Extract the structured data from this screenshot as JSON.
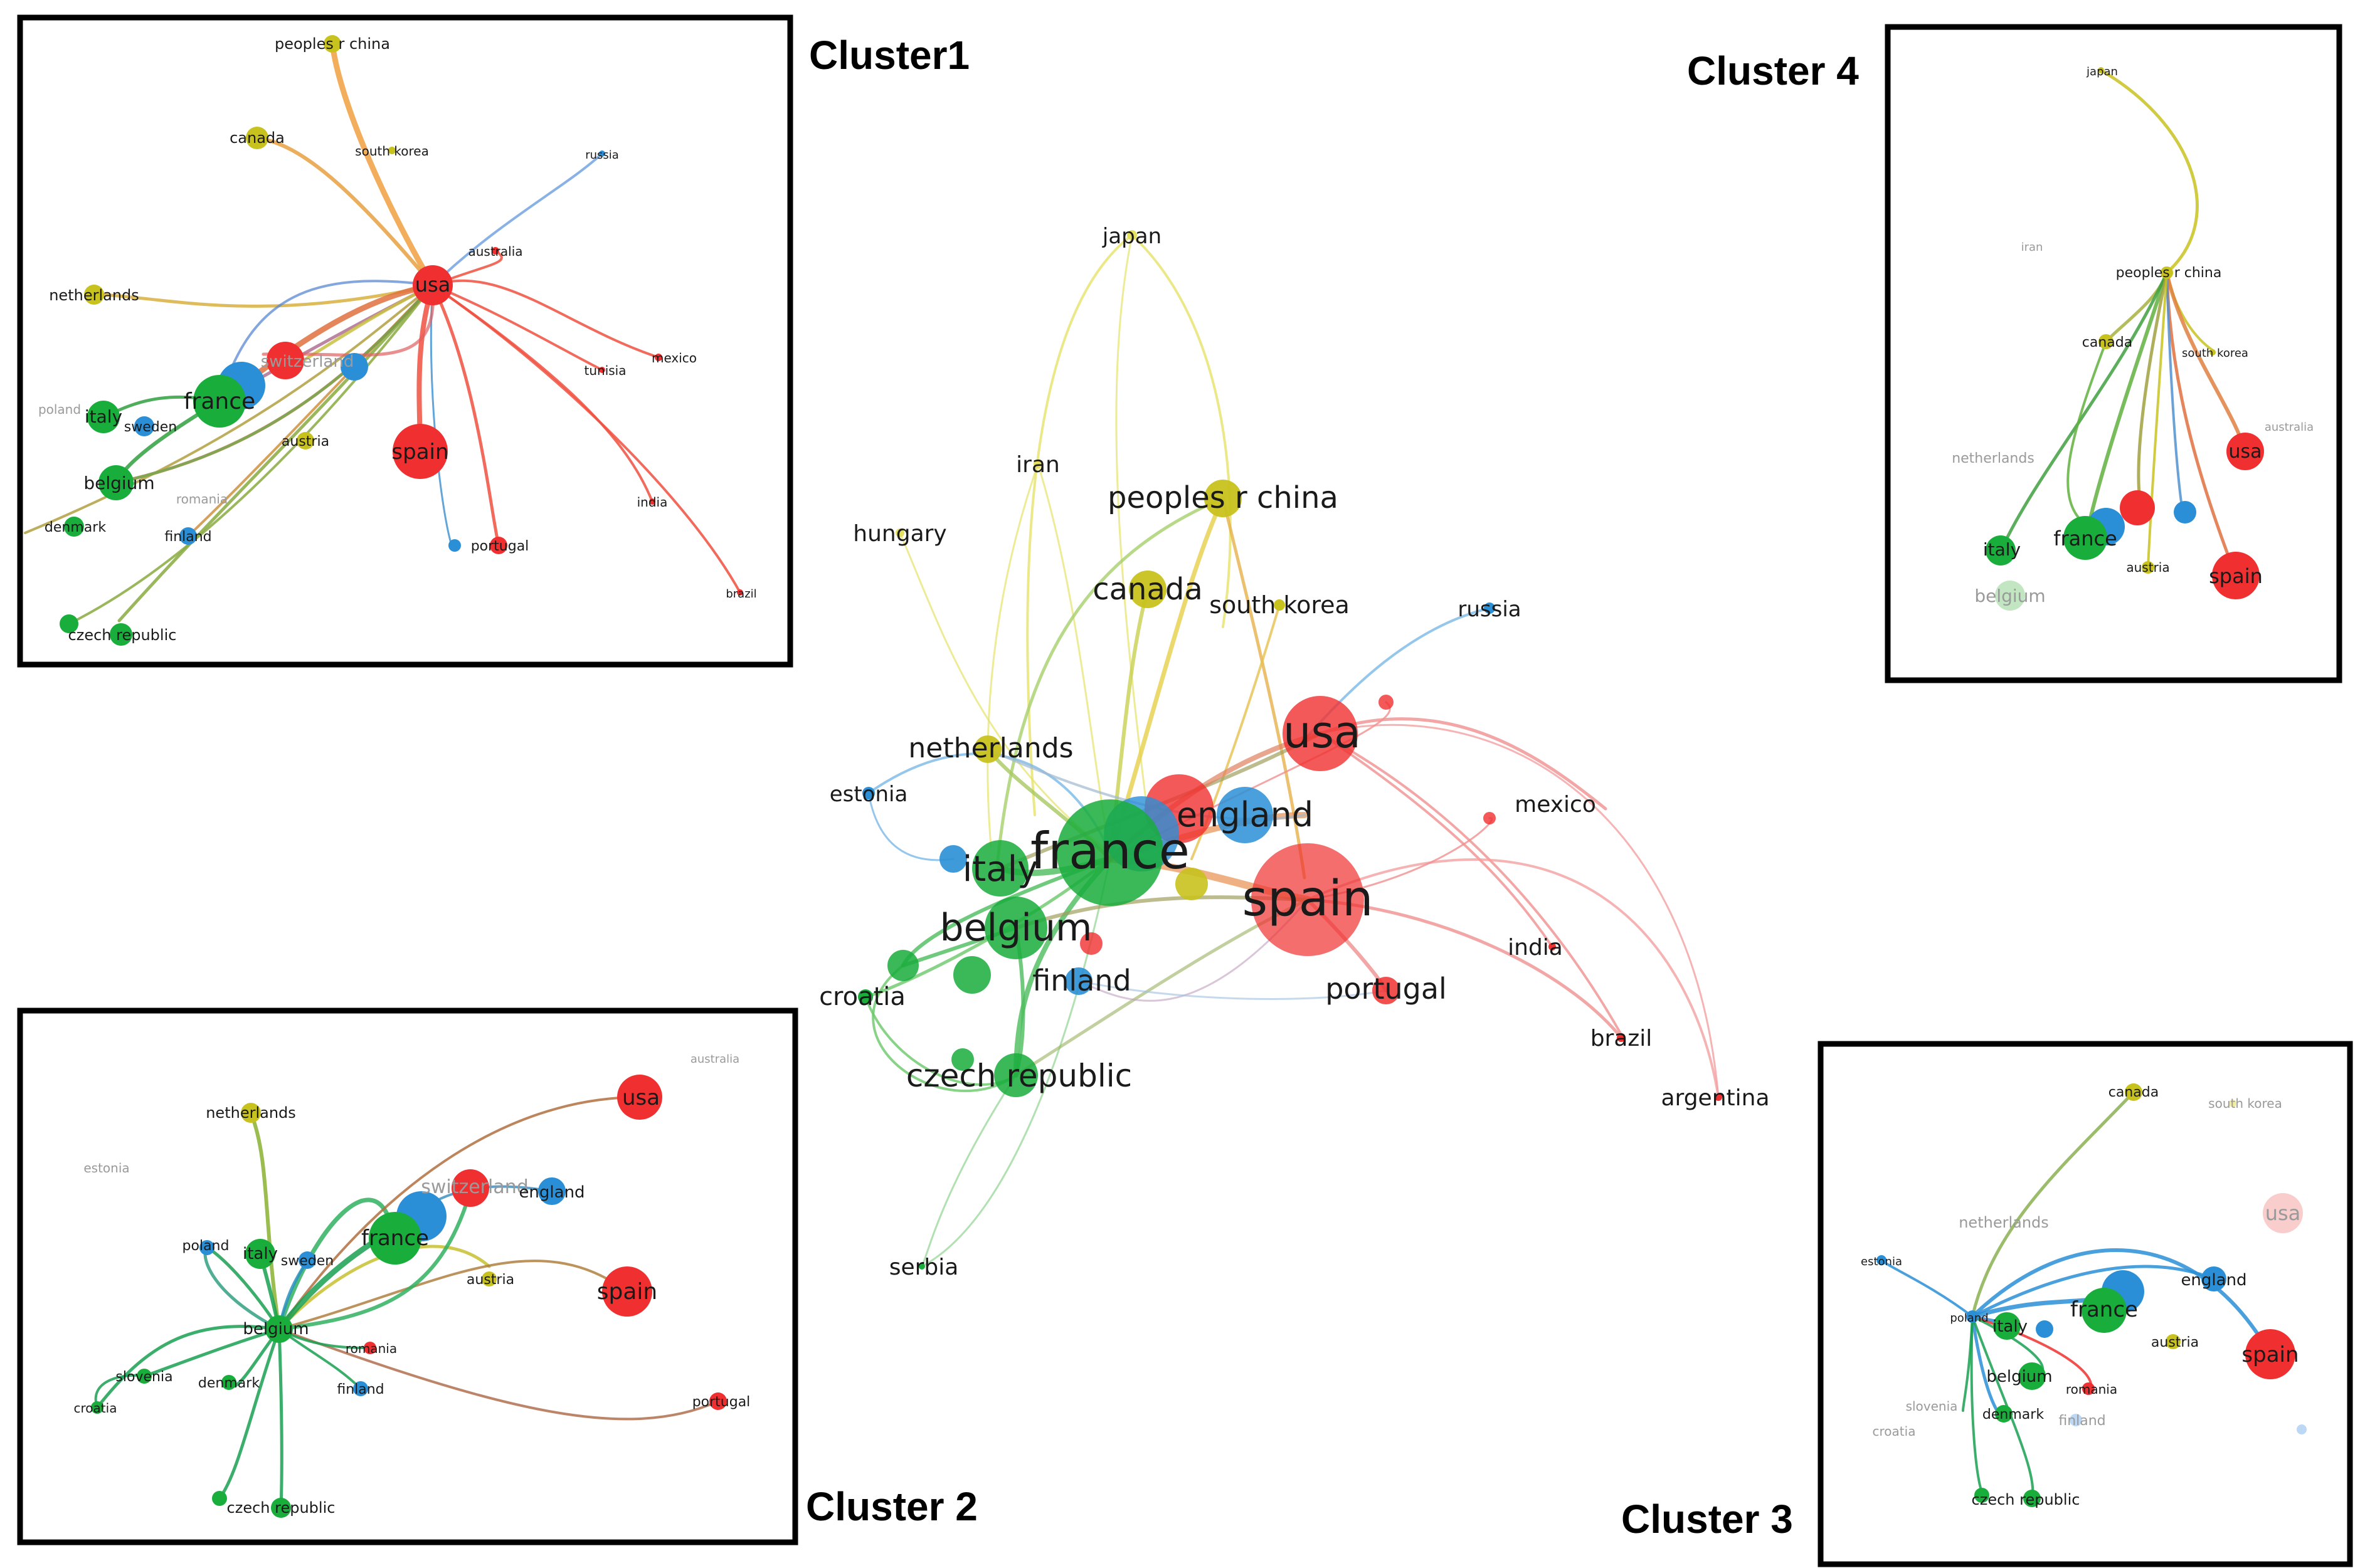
{
  "colors": {
    "cluster_red": "#f03030",
    "cluster_green": "#19ad3c",
    "cluster_blue": "#2a8fd6",
    "cluster_yellow": "#c8c21e"
  },
  "cluster_titles": {
    "c1": "Cluster1",
    "c2": "Cluster 2",
    "c3": "Cluster 3",
    "c4": "Cluster 4"
  },
  "main": {
    "nodes": {
      "japan": "japan",
      "iran": "iran",
      "hungary": "hungary",
      "peoples_r_china": "peoples r china",
      "canada": "canada",
      "south_korea": "south korea",
      "russia": "russia",
      "netherlands": "netherlands",
      "usa": "usa",
      "estonia": "estonia",
      "england": "england",
      "mexico": "mexico",
      "france": "france",
      "italy": "italy",
      "spain": "spain",
      "belgium": "belgium",
      "india": "india",
      "finland": "finland",
      "croatia": "croatia",
      "portugal": "portugal",
      "brazil": "brazil",
      "czech_republic": "czech republic",
      "argentina": "argentina",
      "serbia": "serbia"
    }
  },
  "inset1": {
    "peoples_r_china": "peoples r china",
    "canada": "canada",
    "south_korea": "south korea",
    "russia": "russia",
    "australia": "australia",
    "netherlands": "netherlands",
    "usa": "usa",
    "mexico": "mexico",
    "tunisia": "tunisia",
    "switzerland": "switzerland",
    "poland": "poland",
    "italy": "italy",
    "sweden": "sweden",
    "france": "france",
    "austria": "austria",
    "spain": "spain",
    "belgium": "belgium",
    "romania": "romania",
    "india": "india",
    "denmark": "denmark",
    "finland": "finland",
    "portugal": "portugal",
    "brazil": "brazil",
    "czech_republic": "czech republic"
  },
  "inset2": {
    "australia": "australia",
    "netherlands": "netherlands",
    "usa": "usa",
    "estonia": "estonia",
    "switzerland": "switzerland",
    "england": "england",
    "poland": "poland",
    "italy": "italy",
    "sweden": "sweden",
    "france": "france",
    "austria": "austria",
    "spain": "spain",
    "belgium": "belgium",
    "romania": "romania",
    "slovenia": "slovenia",
    "denmark": "denmark",
    "finland": "finland",
    "croatia": "croatia",
    "portugal": "portugal",
    "czech_republic": "czech republic"
  },
  "inset3": {
    "canada": "canada",
    "south_korea": "south korea",
    "usa": "usa",
    "netherlands": "netherlands",
    "estonia": "estonia",
    "england": "england",
    "poland": "poland",
    "italy": "italy",
    "france": "france",
    "austria": "austria",
    "spain": "spain",
    "belgium": "belgium",
    "romania": "romania",
    "slovenia": "slovenia",
    "denmark": "denmark",
    "finland": "finland",
    "croatia": "croatia",
    "czech_republic": "czech republic"
  },
  "inset4": {
    "japan": "japan",
    "iran": "iran",
    "peoples_r_china": "peoples r china",
    "canada": "canada",
    "south_korea": "south korea",
    "australia": "australia",
    "netherlands": "netherlands",
    "usa": "usa",
    "italy": "italy",
    "france": "france",
    "austria": "austria",
    "spain": "spain",
    "belgium": "belgium"
  }
}
